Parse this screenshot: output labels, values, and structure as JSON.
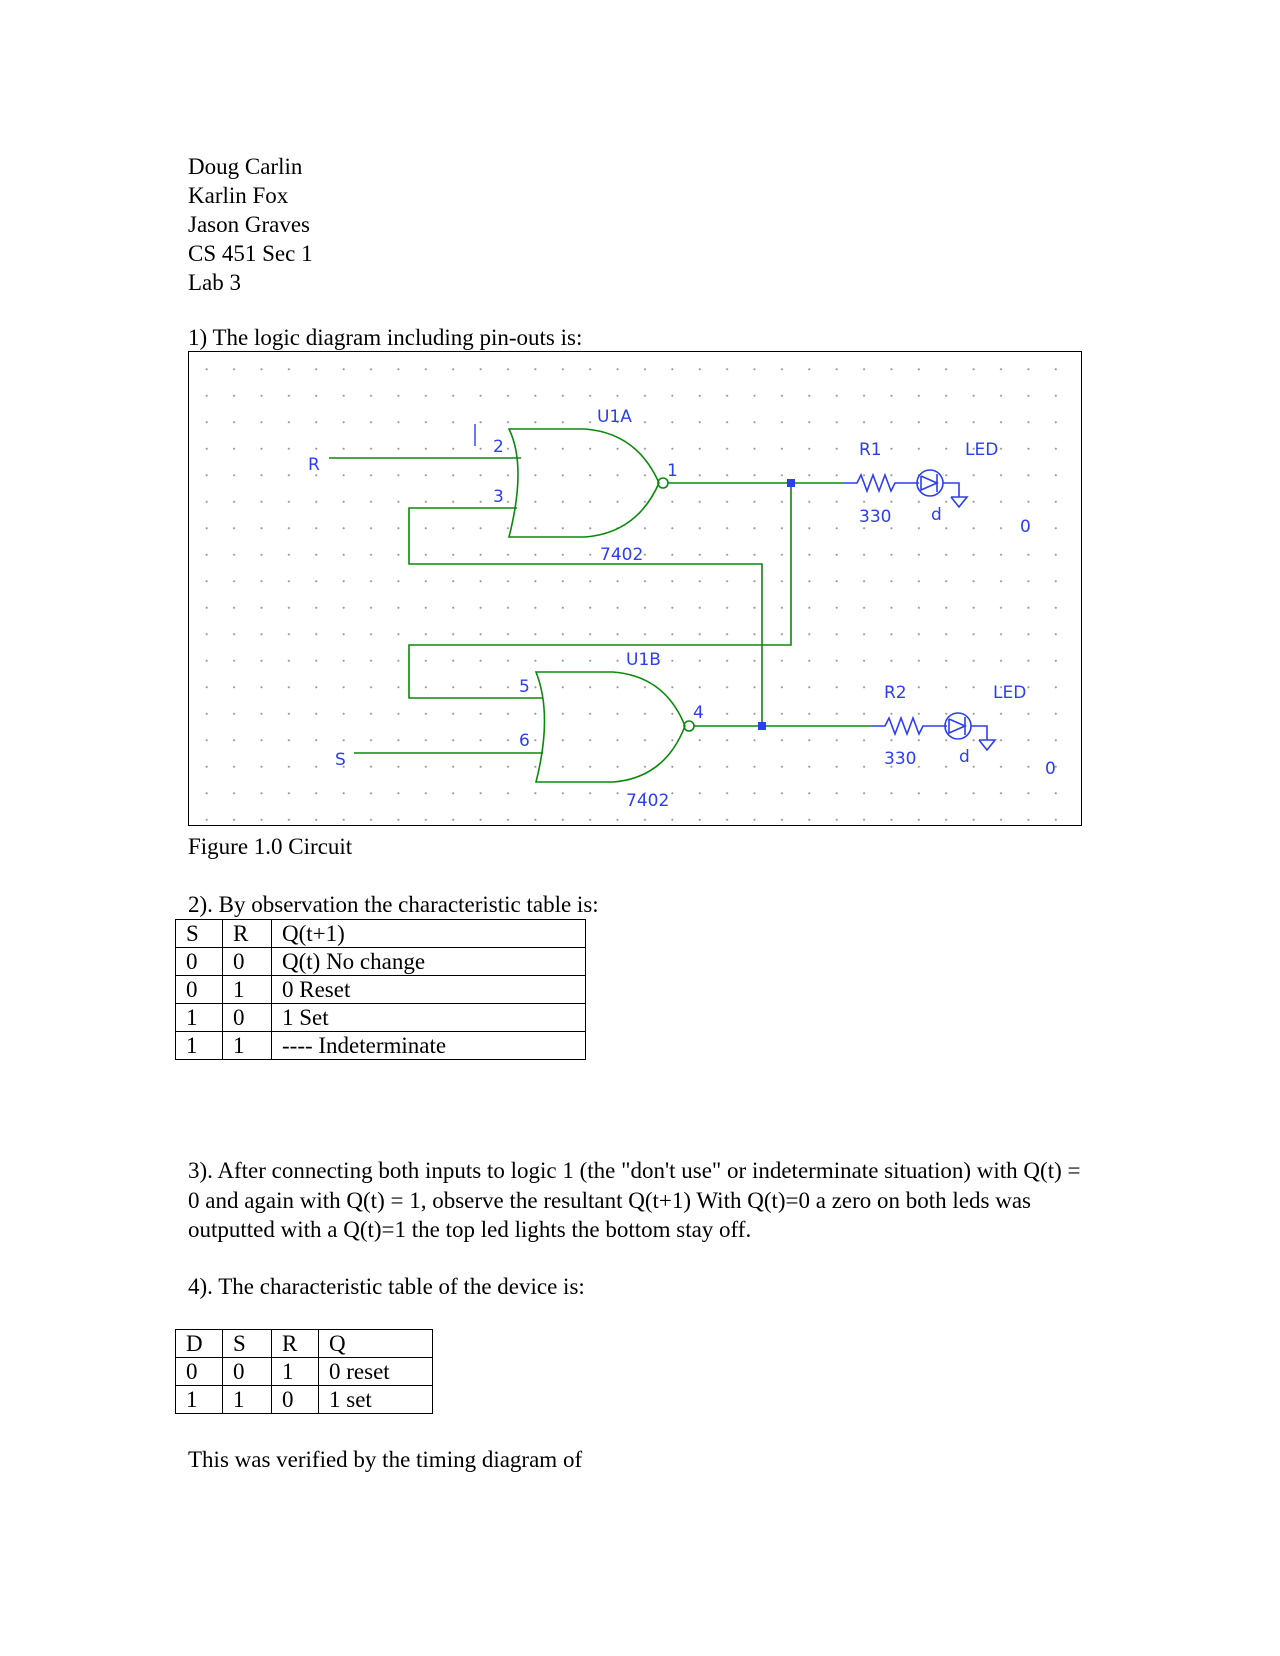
{
  "header": {
    "lines": [
      "Doug Carlin",
      "Karlin Fox",
      "Jason Graves",
      "CS 451 Sec 1",
      "Lab 3"
    ]
  },
  "section1": {
    "title": "1) The logic diagram including pin-outs is:"
  },
  "circuit": {
    "input_r": "R",
    "input_s": "S",
    "gate_a": {
      "name": "U1A",
      "part": "7402",
      "pins": [
        "2",
        "3",
        "1"
      ]
    },
    "gate_b": {
      "name": "U1B",
      "part": "7402",
      "pins": [
        "5",
        "6",
        "4"
      ]
    },
    "r1": {
      "name": "R1",
      "value": "330"
    },
    "r2": {
      "name": "R2",
      "value": "330"
    },
    "led1": {
      "name": "LED",
      "pin": "d",
      "ground": "0"
    },
    "led2": {
      "name": "LED",
      "pin": "d",
      "ground": "0"
    },
    "colors": {
      "wire": "#0a8a0a",
      "gate": "#0a8a0a",
      "component": "#2b3ff0",
      "label": "#2b3ff0"
    }
  },
  "figure_caption": "Figure 1.0 Circuit",
  "section2": {
    "title": "2). By observation the characteristic table is:",
    "headers": [
      "S",
      "R",
      "Q(t+1)"
    ],
    "rows": [
      [
        "0",
        "0",
        "Q(t) No change"
      ],
      [
        "0",
        "1",
        "0  Reset"
      ],
      [
        "1",
        "0",
        "1  Set"
      ],
      [
        "1",
        "1",
        "----  Indeterminate"
      ]
    ]
  },
  "section3": {
    "text": "3). After connecting both inputs to logic 1 (the \"don't use\" or indeterminate situation) with Q(t) = 0 and again with Q(t) = 1, observe the resultant Q(t+1)  With Q(t)=0 a zero on both leds was outputted with a Q(t)=1 the top led lights the bottom stay off."
  },
  "section4": {
    "title": "4). The characteristic table of the device is:",
    "headers": [
      "D",
      "S",
      "R",
      "Q"
    ],
    "rows": [
      [
        "0",
        "0",
        "1",
        "0 reset"
      ],
      [
        "1",
        "1",
        "0",
        "1 set"
      ]
    ]
  },
  "footer": {
    "text": "This was verified by the timing diagram of"
  }
}
